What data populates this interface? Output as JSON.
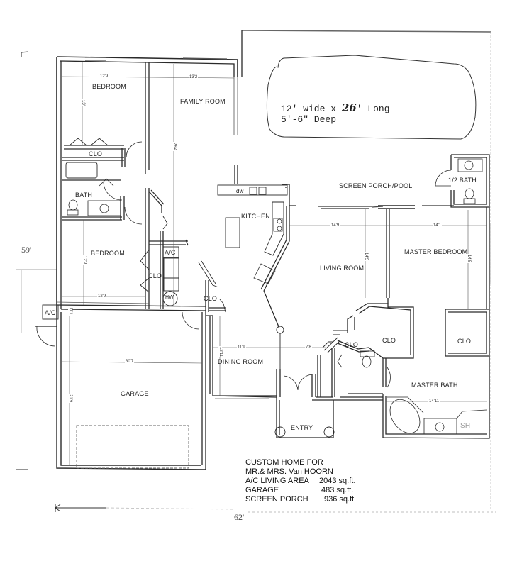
{
  "pool": {
    "line1_prefix": "12' wide x ",
    "line1_emph": "26",
    "line1_suffix": "' Long",
    "line2": "5'-6\" Deep"
  },
  "rooms": {
    "bedroom_1": "BEDROOM",
    "family_room": "FAMILY ROOM",
    "clo_bed1": "CLO",
    "bath": "BATH",
    "bedroom_2": "BEDROOM",
    "ac_interior": "A/C",
    "clo_bed2": "CLO",
    "hw": "HW",
    "clo_hall": "CLO",
    "ac_exterior": "A/C",
    "kitchen": "KITCHEN",
    "dw": "dw",
    "screen_porch": "SCREEN PORCH/POOL",
    "half_bath": "1/2 BATH",
    "master_bedroom": "MASTER BEDROOM",
    "living_room": "LIVING ROOM",
    "clo_master_1": "CLO",
    "clo_master_2": "CLO",
    "clo_master_small": "CLO",
    "dining_room": "DINING ROOM",
    "garage": "GARAGE",
    "master_bath": "MASTER BATH",
    "shower": "SH",
    "entry": "ENTRY"
  },
  "dimensions": {
    "bed1_width": "12'9",
    "family_width": "13'2",
    "bed1_depth": "13'",
    "family_depth": "26'4",
    "bed2_depth": "12'9",
    "bed2_width": "12'9",
    "garage_width": "30'7",
    "garage_depth_small": "11'1",
    "garage_depth": "21'9",
    "dining_depth": "12'11",
    "dining_width": "11'9",
    "entry_width": "7'8",
    "living_width": "14'9",
    "living_depth": "14'5",
    "master_width": "14'1",
    "master_depth": "14'5",
    "master_bath_width": "14'11"
  },
  "overall": {
    "depth": "59'",
    "width": "62'"
  },
  "info": {
    "title_line1": "CUSTOM HOME FOR",
    "title_line2": "MR.& MRS. Van HOORN",
    "rows": [
      {
        "label": "A/C LIVING AREA",
        "value": "2043 sq.ft."
      },
      {
        "label": "GARAGE",
        "value": "483 sq.ft."
      },
      {
        "label": "SCREEN PORCH",
        "value": "936 sq.ft"
      }
    ]
  },
  "colors": {
    "wall": "#2a2a2a",
    "dim_line": "#555555",
    "paper": "#ffffff"
  }
}
